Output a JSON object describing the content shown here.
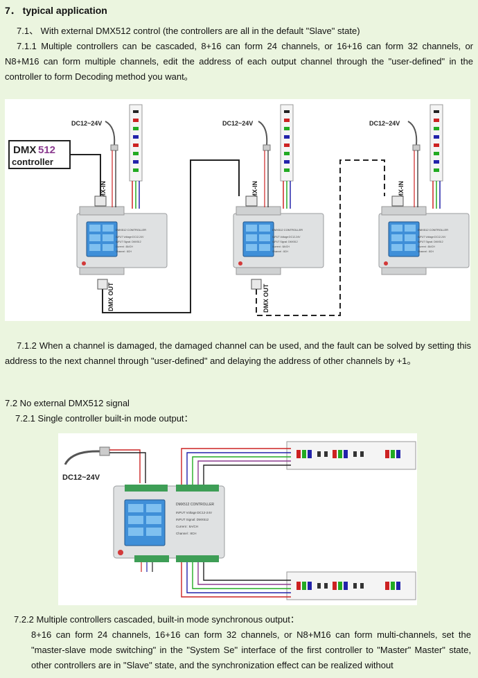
{
  "section_title": "7． typical application",
  "s71": {
    "heading": "7.1、 With external DMX512 control (the controllers are all in the default \"Slave\" state)",
    "p711": "7.1.1 Multiple controllers can be cascaded, 8+16 can form 24 channels, or 16+16 can form 32 channels, or N8+M16 can form multiple channels, edit the address of each output channel through the \"user-defined\" in the controller to form Decoding method you want。"
  },
  "figure1": {
    "dmx_box_line1_a": "DMX",
    "dmx_box_line1_b": "512",
    "dmx_box_line2": "controller",
    "power_label": "DC12~24V",
    "dmx_in_label": "DMX-IN",
    "dmx_out_label": "DMX OUT",
    "controller_title": "DMX512 CONTROLLER",
    "spec_lines": [
      "INPUT Voltage:DC12-24V",
      "INPUT Signal: DMX512",
      "Current : 8A/CH",
      "Channel : 8CH"
    ]
  },
  "p712": "7.1.2 When a channel is damaged, the damaged channel can be used, and the fault can be solved by setting this address to the next channel through \"user-defined\" and delaying the address of other channels by +1。",
  "s72": {
    "heading": "7.2 No external DMX512 signal",
    "p721": "7.2.1 Single controller built-in mode output："
  },
  "figure2": {
    "power_label": "DC12~24V",
    "controller_title": "DMX512 CONTROLLER",
    "spec_lines": [
      "INPUT Voltage:DC12-24V",
      "INPUT Signal: DMX512",
      "Current : 8A/CH",
      "Channel : 8CH"
    ]
  },
  "p722": {
    "heading": "7.2.2 Multiple controllers cascaded, built-in mode synchronous output：",
    "body": "8+16 can form 24 channels, 16+16 can form 32 channels, or N8+M16 can form multi-channels, set the \"master-slave mode switching\" in the \"System Se\" interface of the first controller to \"Master\" Master\" state, other controllers are in \"Slave\" state, and the synchronization effect can be realized without"
  },
  "colors": {
    "page_bg": "#ebf5df",
    "brand_purple": "#8b3a8f",
    "screen_blue": "#3f8fd8",
    "terminal_green": "#3e9e56"
  }
}
